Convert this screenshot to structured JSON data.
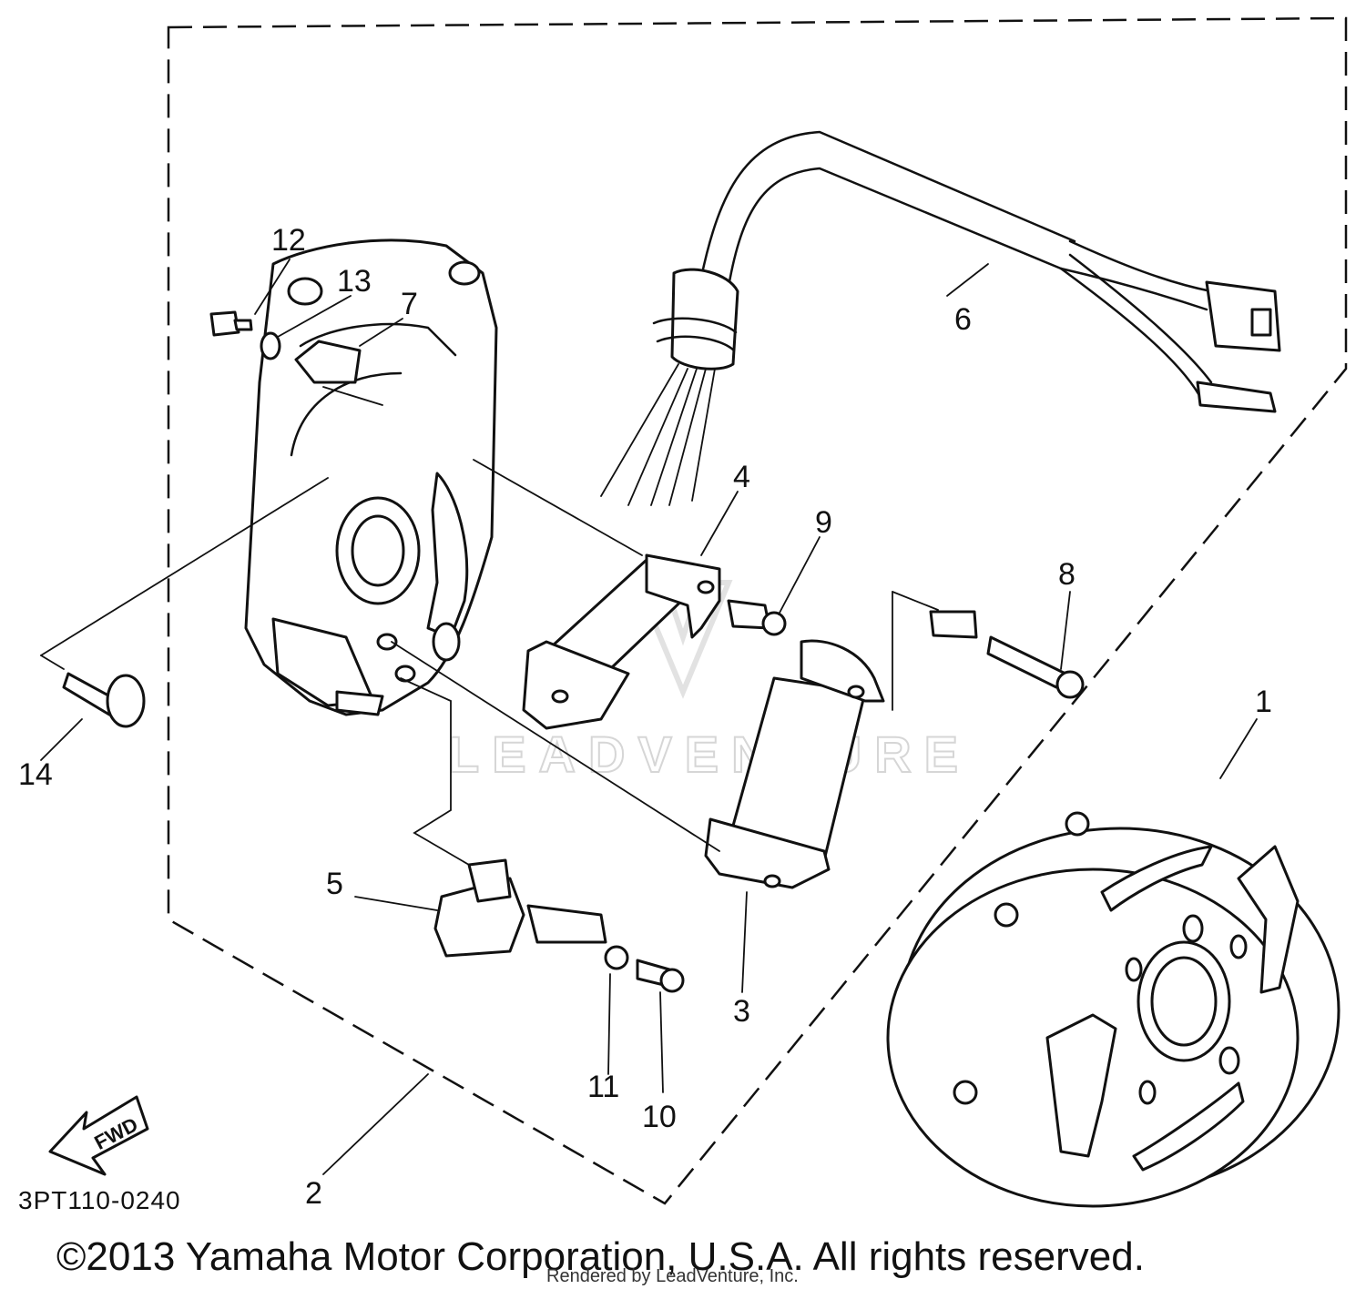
{
  "diagram": {
    "callouts": [
      {
        "id": "1",
        "text": "1"
      },
      {
        "id": "2",
        "text": "2"
      },
      {
        "id": "3",
        "text": "3"
      },
      {
        "id": "4",
        "text": "4"
      },
      {
        "id": "5",
        "text": "5"
      },
      {
        "id": "6",
        "text": "6"
      },
      {
        "id": "7",
        "text": "7"
      },
      {
        "id": "8",
        "text": "8"
      },
      {
        "id": "9",
        "text": "9"
      },
      {
        "id": "10",
        "text": "10"
      },
      {
        "id": "11",
        "text": "11"
      },
      {
        "id": "12",
        "text": "12"
      },
      {
        "id": "13",
        "text": "13"
      },
      {
        "id": "14",
        "text": "14"
      }
    ],
    "fwd_label": "FWD",
    "reference_code": "3PT110-0240",
    "copyright": "©2013 Yamaha Motor Corporation, U.S.A. All rights reserved.",
    "rendered_by": "Rendered by LeadVenture, Inc.",
    "watermark": "LEADVENTURE"
  }
}
